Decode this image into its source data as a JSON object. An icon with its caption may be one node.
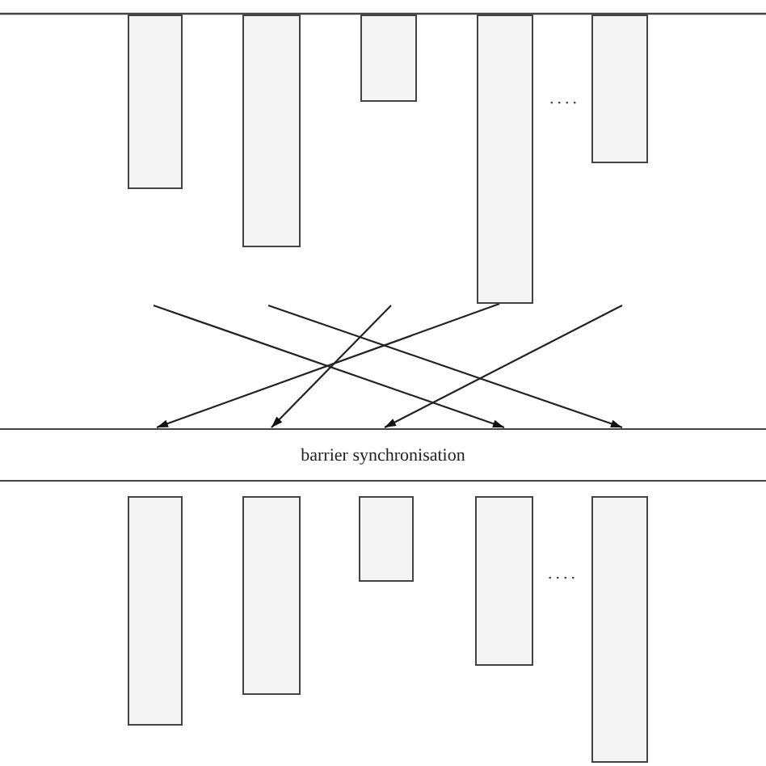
{
  "diagram": {
    "nodes": [
      {
        "text": [],
        "shape": "bar"
      },
      {
        "text": [],
        "shape": "bar"
      },
      {
        "text": [],
        "shape": "bar"
      },
      {
        "text": [],
        "shape": "bar"
      },
      {
        "text": [],
        "shape": "bar"
      },
      {
        "text": [
          "barrier synchronisation"
        ]
      },
      {
        "text": [],
        "shape": "bar"
      },
      {
        "text": [],
        "shape": "bar"
      },
      {
        "text": [],
        "shape": "bar"
      },
      {
        "text": [],
        "shape": "bar"
      },
      {
        "text": [],
        "shape": "bar"
      }
    ],
    "edges": [
      {
        "from": null,
        "to": 5,
        "arrow": "to"
      },
      {
        "from": null,
        "to": 5,
        "arrow": "to"
      },
      {
        "from": null,
        "to": 5,
        "arrow": "to"
      },
      {
        "from": 3,
        "to": 5,
        "arrow": "to"
      },
      {
        "from": null,
        "to": 5,
        "arrow": "to"
      }
    ],
    "labels": [
      "....",
      "...."
    ]
  }
}
